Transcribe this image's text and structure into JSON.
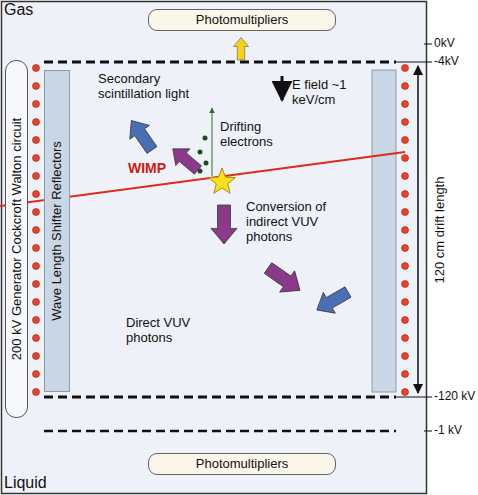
{
  "diagram": {
    "nodes": [
      {
        "text": [
          "Photomultipliers"
        ]
      },
      {
        "text": [
          "200 kV Generator Cockcroft Walton circuit"
        ]
      },
      {
        "text": [
          "Wave Length Shifter Reflectors"
        ]
      },
      {
        "text": [
          "Photomultipliers"
        ]
      }
    ],
    "labels": [
      "Gas",
      "0kV",
      "-4kV",
      "Secondary scintillation light",
      "E field ~1 keV/cm",
      "Drifting electrons",
      "WIMP",
      "Conversion of indirect VUV photons",
      "Direct VUV photons",
      "120 cm drift length",
      "-120 kV",
      "-1 kV",
      "Liquid"
    ]
  }
}
